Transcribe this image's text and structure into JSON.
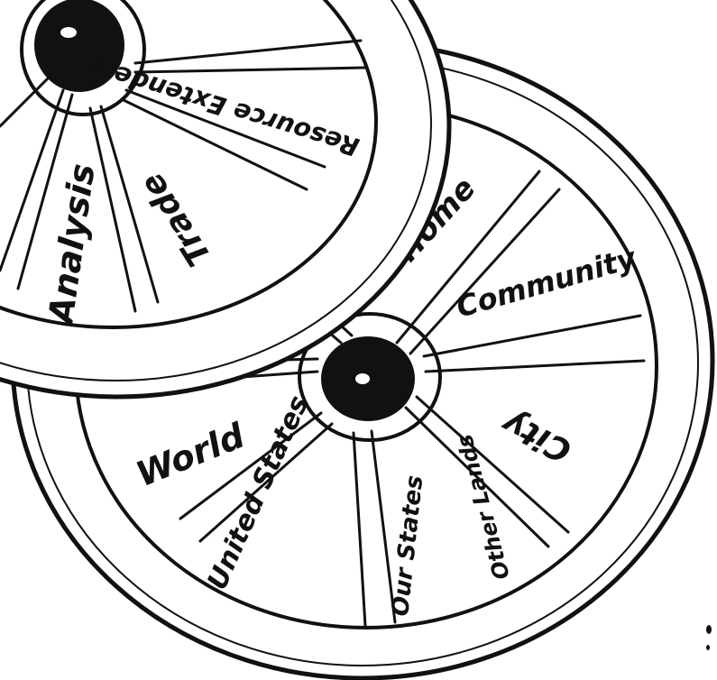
{
  "upper_wheel": {
    "segments": [
      "Resource Extenders",
      "Trade",
      "Analysis"
    ]
  },
  "lower_wheel": {
    "segments": [
      "Home",
      "Community",
      "City",
      "Other Lands",
      "Our States",
      "United States",
      "World"
    ]
  },
  "colors": {
    "ink": "#111111",
    "paper": "#ffffff"
  }
}
